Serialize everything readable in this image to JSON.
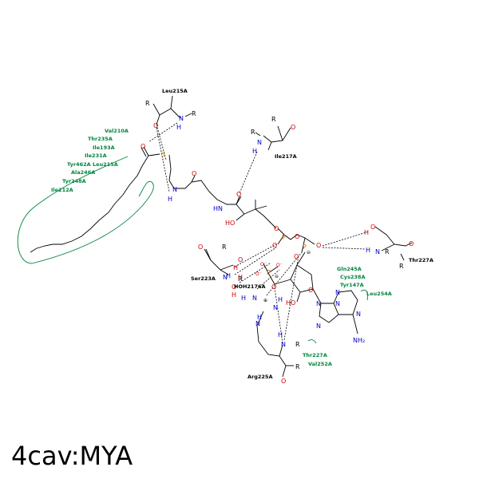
{
  "title": "4cav:MYA",
  "colors": {
    "carbon": "#000000",
    "oxygen": "#cc0000",
    "nitrogen": "#0000cc",
    "sulfur": "#cc9900",
    "phosphorus": "#cc6600",
    "hydrophobic": "#00843d"
  },
  "residues": {
    "leu215_top": "Leu215A",
    "ile217": "Ile217A",
    "ser223": "Ser223A",
    "hoh": "HOH2176A",
    "thr227_right": "Thr227A",
    "arg225": "Arg225A"
  },
  "hydrophobic_labels": {
    "val210": "Val210A",
    "thr235": "Thr235A",
    "ile193": "Ile193A",
    "ile231": "Ile231A",
    "tyr462": "Tyr462A",
    "leu215": "Leu215A",
    "ala246": "Ala246A",
    "tyr248": "Tyr248A",
    "ile212": "Ile212A",
    "gln245": "Gln245A",
    "cys238": "Cys238A",
    "tyr147": "Tyr147A",
    "leu254": "Leu254A",
    "thr227": "Thr227A",
    "val252": "Val252A"
  },
  "atoms": {
    "R": "R",
    "O": "O",
    "N": "N",
    "H": "H",
    "S": "S",
    "P": "P",
    "HO": "HO",
    "NH2": "NH₂",
    "minus": "⊖",
    "plus": "⊕",
    "Ominus": "O⁻"
  }
}
